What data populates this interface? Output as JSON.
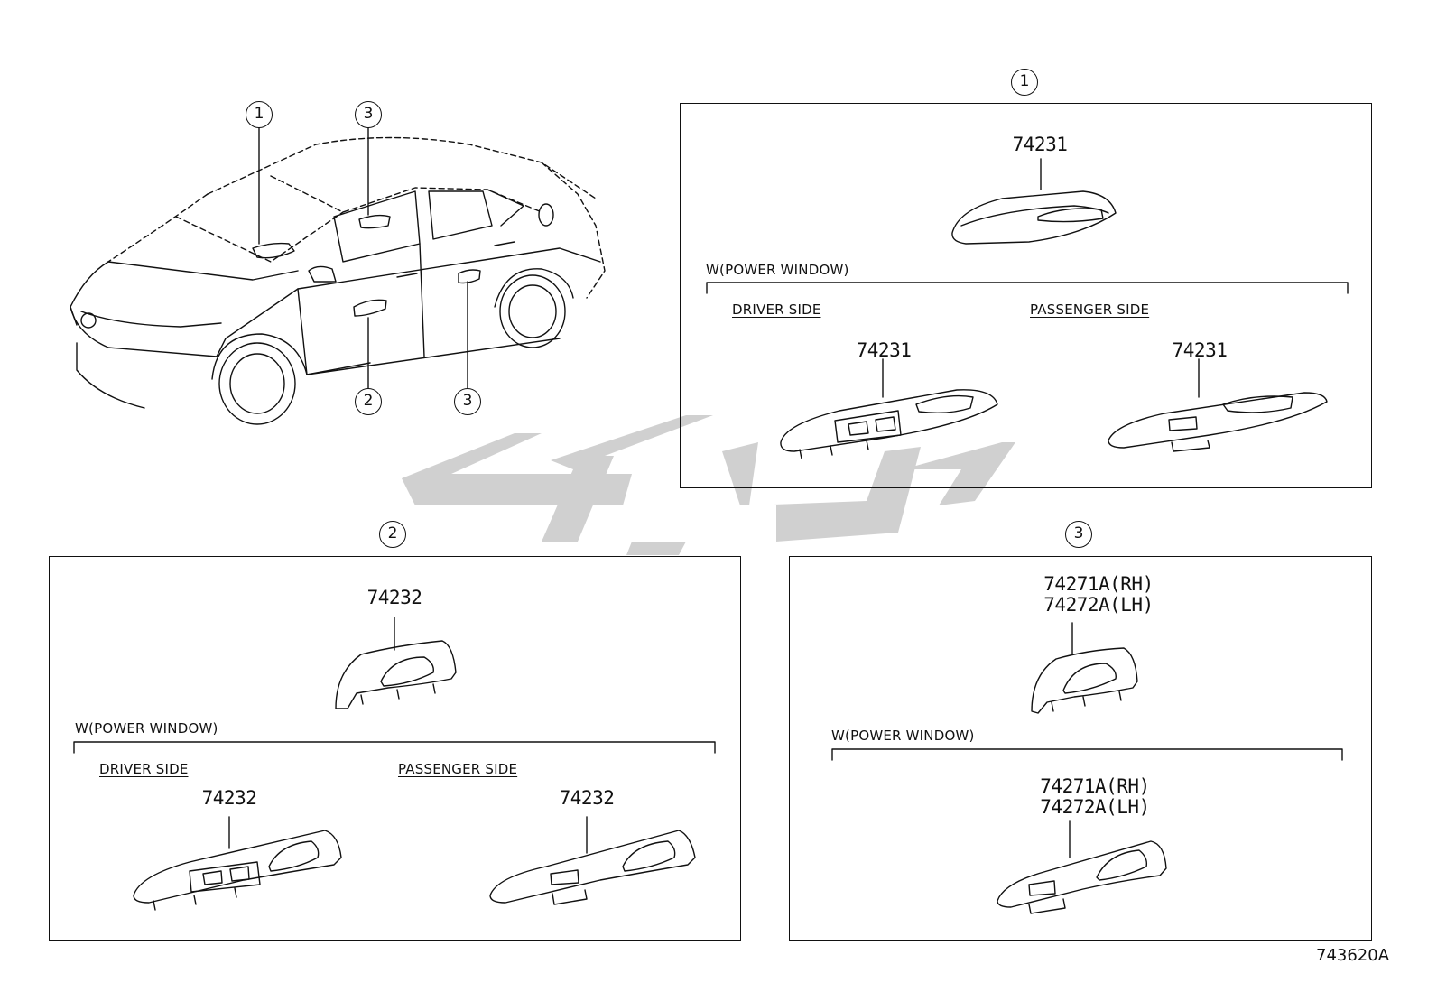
{
  "diagram_id": "743620A",
  "callouts": {
    "car_1": "1",
    "car_2": "2",
    "car_3_top": "3",
    "car_3_bottom": "3",
    "panel_1": "1",
    "panel_2": "2",
    "panel_3": "3"
  },
  "panel1": {
    "top_part": "74231",
    "variant": "W(POWER WINDOW)",
    "driver_side": "DRIVER SIDE",
    "passenger_side": "PASSENGER SIDE",
    "driver_part": "74231",
    "passenger_part": "74231"
  },
  "panel2": {
    "top_part": "74232",
    "variant": "W(POWER WINDOW)",
    "driver_side": "DRIVER SIDE",
    "passenger_side": "PASSENGER SIDE",
    "driver_part": "74232",
    "passenger_part": "74232"
  },
  "panel3": {
    "top_part_rh": "74271A(RH)",
    "top_part_lh": "74272A(LH)",
    "variant": "W(POWER WINDOW)",
    "bottom_part_rh": "74271A(RH)",
    "bottom_part_lh": "74272A(LH)"
  },
  "colors": {
    "line": "#111111",
    "watermark": "#c8c8c8"
  }
}
